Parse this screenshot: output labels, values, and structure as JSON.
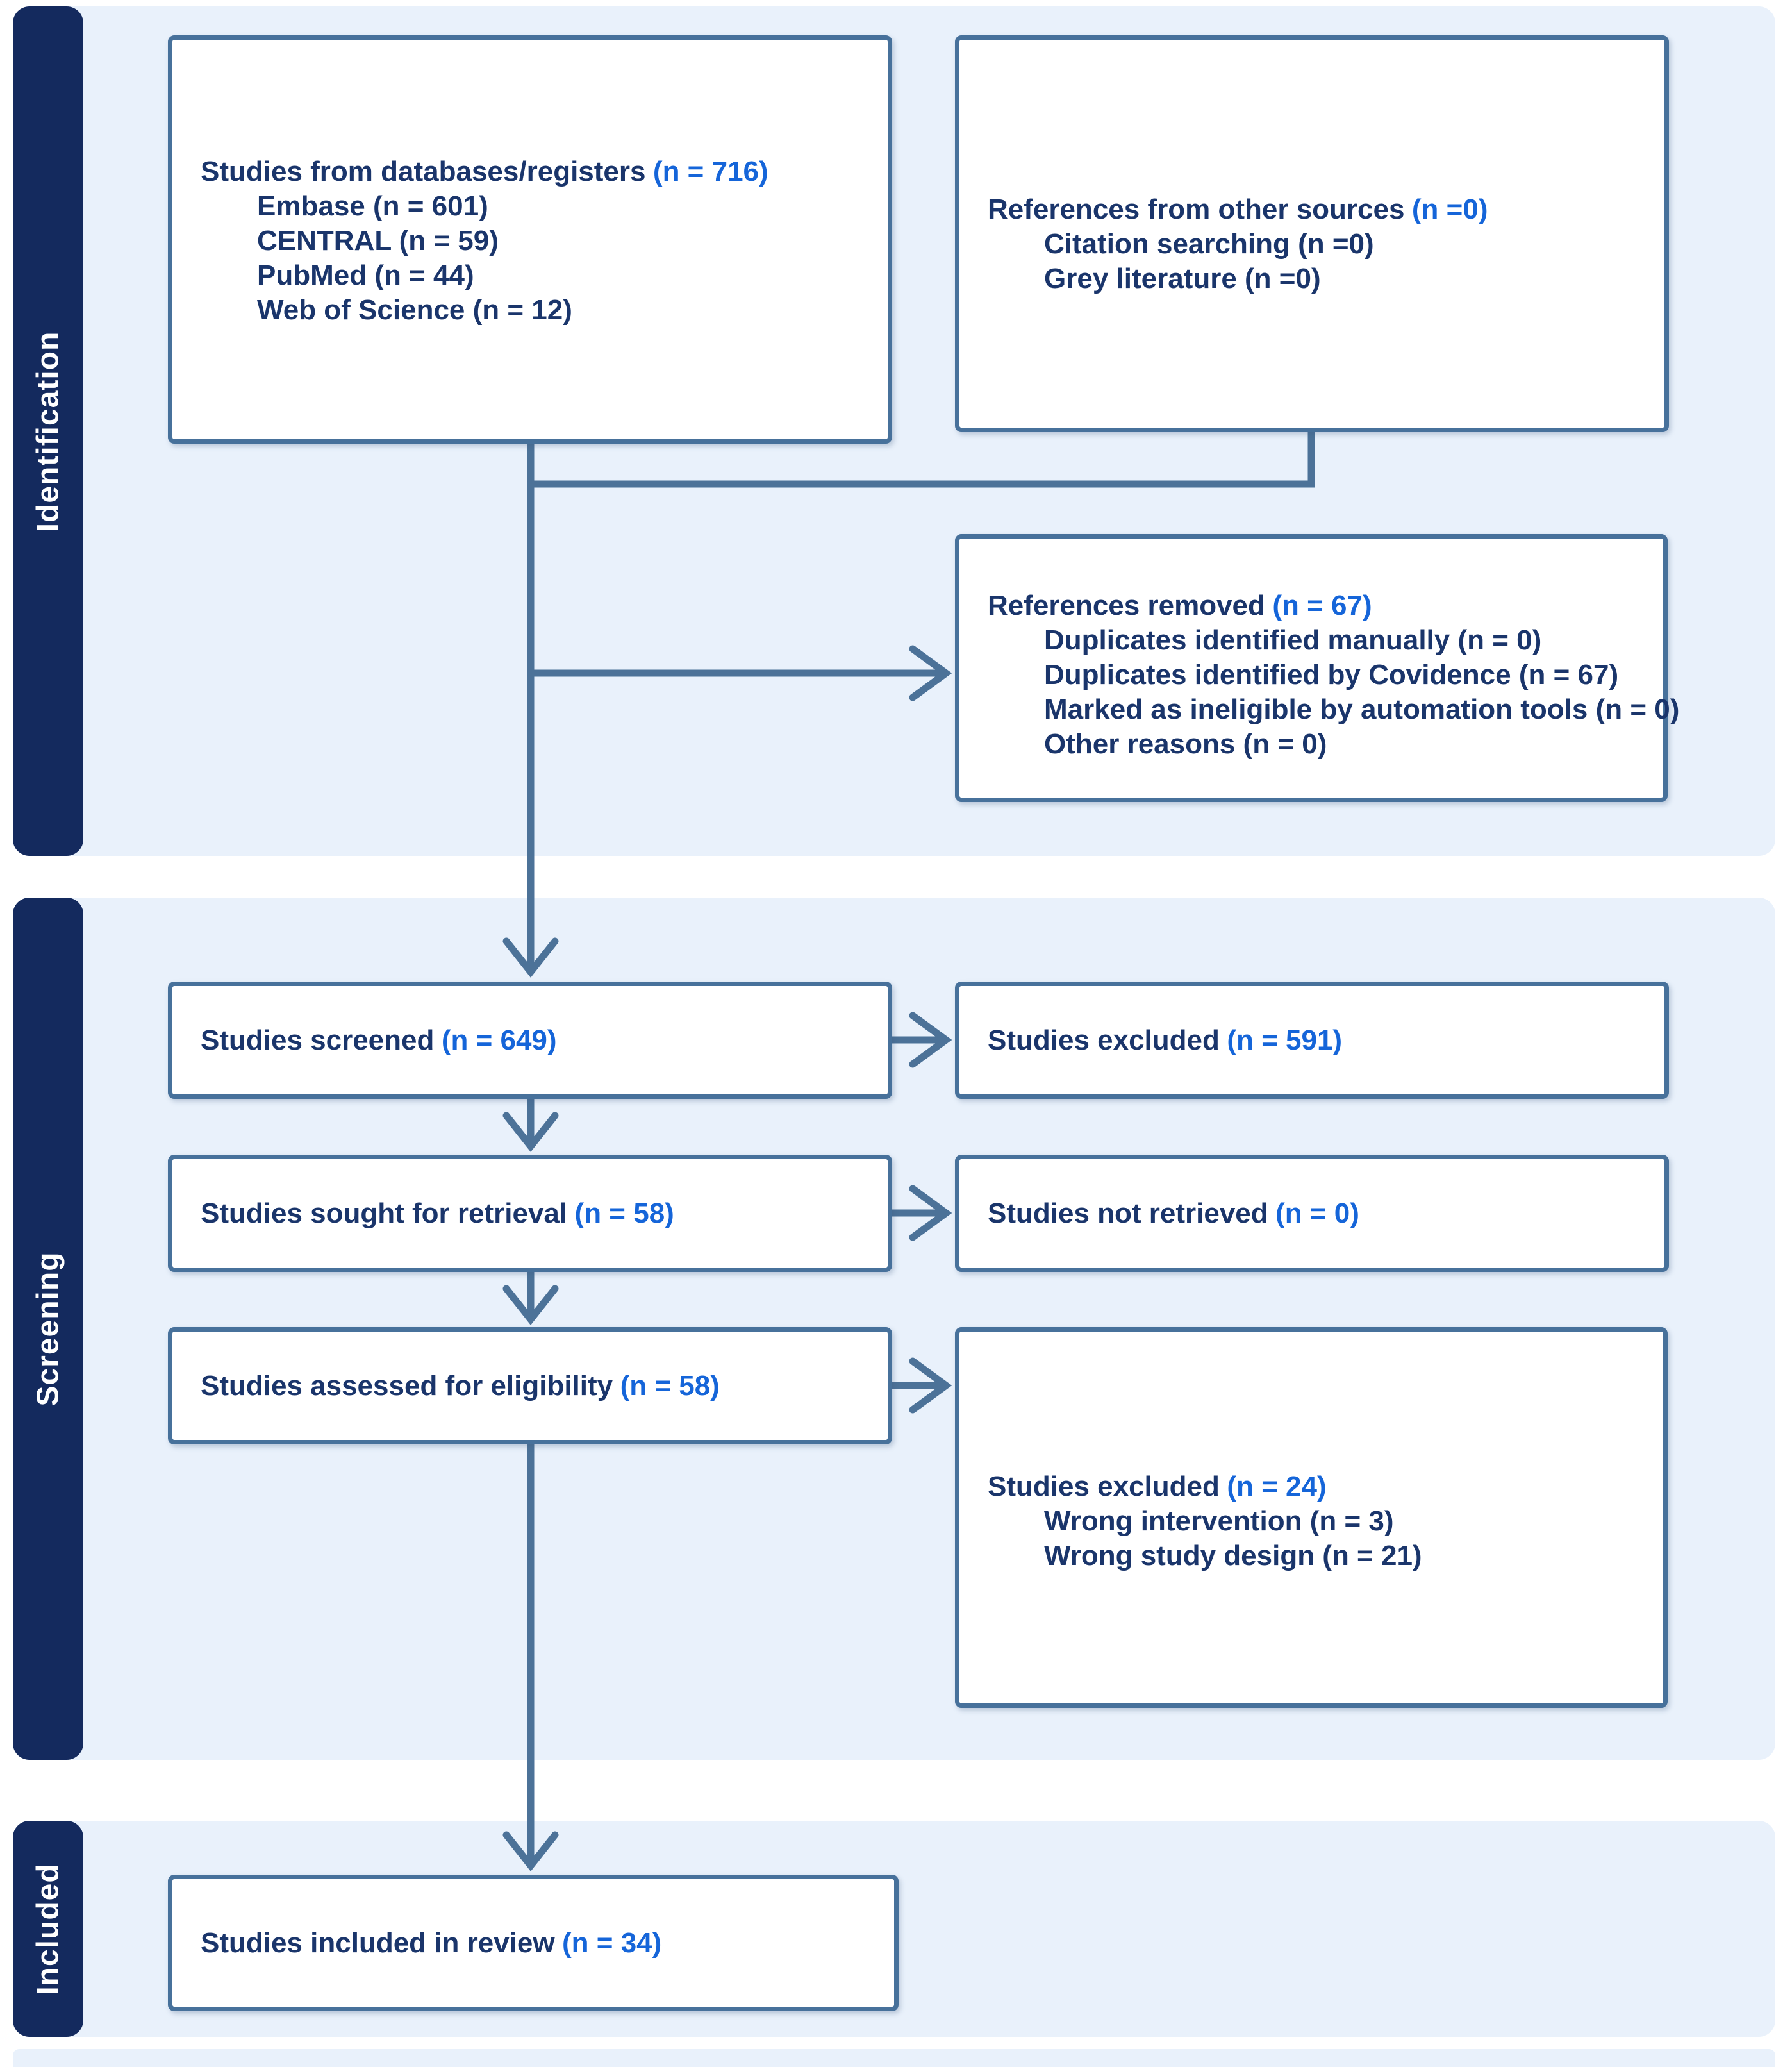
{
  "sidebar": {
    "identification": "Identification",
    "screening": "Screening",
    "included": "Included"
  },
  "palette": {
    "band_bg": "#e9f1fb",
    "rail_navy": "#142a5e",
    "box_border": "#47719b",
    "connector": "#4c7298",
    "text_navy": "#1a356b",
    "count_blue": "#1565d9"
  },
  "boxes": {
    "b1": {
      "title": "Studies from databases/registers",
      "count": "(n = 716)",
      "items": [
        "Embase (n = 601)",
        "CENTRAL (n = 59)",
        "PubMed (n = 44)",
        "Web of Science (n = 12)"
      ]
    },
    "b2": {
      "title": "References from other sources",
      "count": "(n =0)",
      "items": [
        "Citation searching (n =0)",
        "Grey literature (n =0)"
      ]
    },
    "b3": {
      "title": "References removed",
      "count": "(n = 67)",
      "items": [
        "Duplicates identified manually (n = 0)",
        "Duplicates identified by Covidence (n = 67)",
        "Marked as ineligible by automation tools (n = 0)",
        "Other reasons (n = 0)"
      ]
    },
    "b4": {
      "title": "Studies screened",
      "count": "(n = 649)"
    },
    "b5": {
      "title": "Studies excluded",
      "count": "(n = 591)"
    },
    "b6": {
      "title": "Studies sought for retrieval",
      "count": "(n = 58)"
    },
    "b7": {
      "title": "Studies not retrieved",
      "count": "(n = 0)"
    },
    "b8": {
      "title": "Studies assessed for eligibility",
      "count": "(n = 58)"
    },
    "b9": {
      "title": "Studies excluded",
      "count": "(n = 24)",
      "items": [
        "Wrong intervention (n = 3)",
        "Wrong study design (n = 21)"
      ]
    },
    "b10": {
      "title": "Studies included in review",
      "count": "(n = 34)"
    }
  }
}
